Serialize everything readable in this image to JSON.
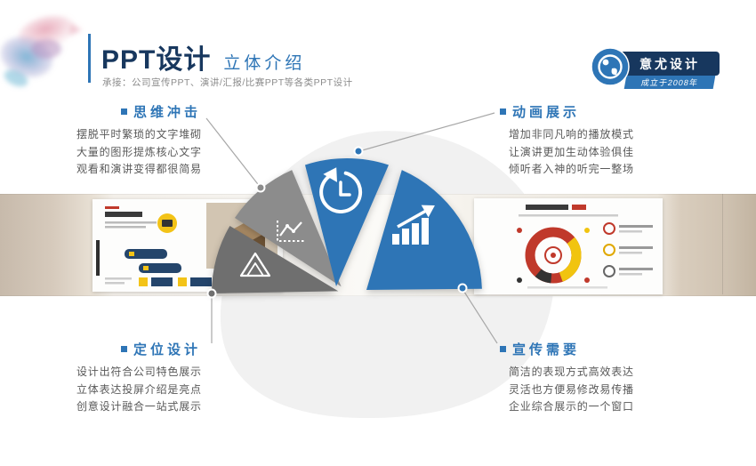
{
  "header": {
    "title": "PPT设计",
    "subtitle": "立体介绍",
    "tagline": "承接：公司宣传PPT、演讲/汇报/比赛PPT等各类PPT设计"
  },
  "logo": {
    "name": "意尤设计",
    "established": "成立于2008年"
  },
  "blocks": [
    {
      "id": "mind-impact",
      "title": "思维冲击",
      "lines": [
        "摆脱平时繁琐的文字堆砌",
        "大量的图形提炼核心文字",
        "观看和演讲变得都很简易"
      ]
    },
    {
      "id": "animation",
      "title": "动画展示",
      "lines": [
        "增加非同凡响的播放模式",
        "让演讲更加生动体验俱佳",
        "倾听者入神的听完一整场"
      ]
    },
    {
      "id": "positioning",
      "title": "定位设计",
      "lines": [
        "设计出符合公司特色展示",
        "立体表达投屏介绍是亮点",
        "创意设计融合一站式展示"
      ]
    },
    {
      "id": "promotion",
      "title": "宣传需要",
      "lines": [
        "简洁的表现方式高效表达",
        "灵活也方便易修改易传播",
        "企业综合展示的一个窗口"
      ]
    }
  ],
  "fan": {
    "segments": [
      {
        "name": "line-chart-wedge",
        "color": "#8c8c8c"
      },
      {
        "name": "pyramid-wedge",
        "color": "#6f6f6f"
      },
      {
        "name": "history-clock-wedge",
        "color": "#2e75b6"
      },
      {
        "name": "bar-growth-wedge",
        "color": "#2e75b6"
      }
    ]
  },
  "colors": {
    "accent": "#2e75b6",
    "navy": "#17375e",
    "body_text": "#595959"
  }
}
